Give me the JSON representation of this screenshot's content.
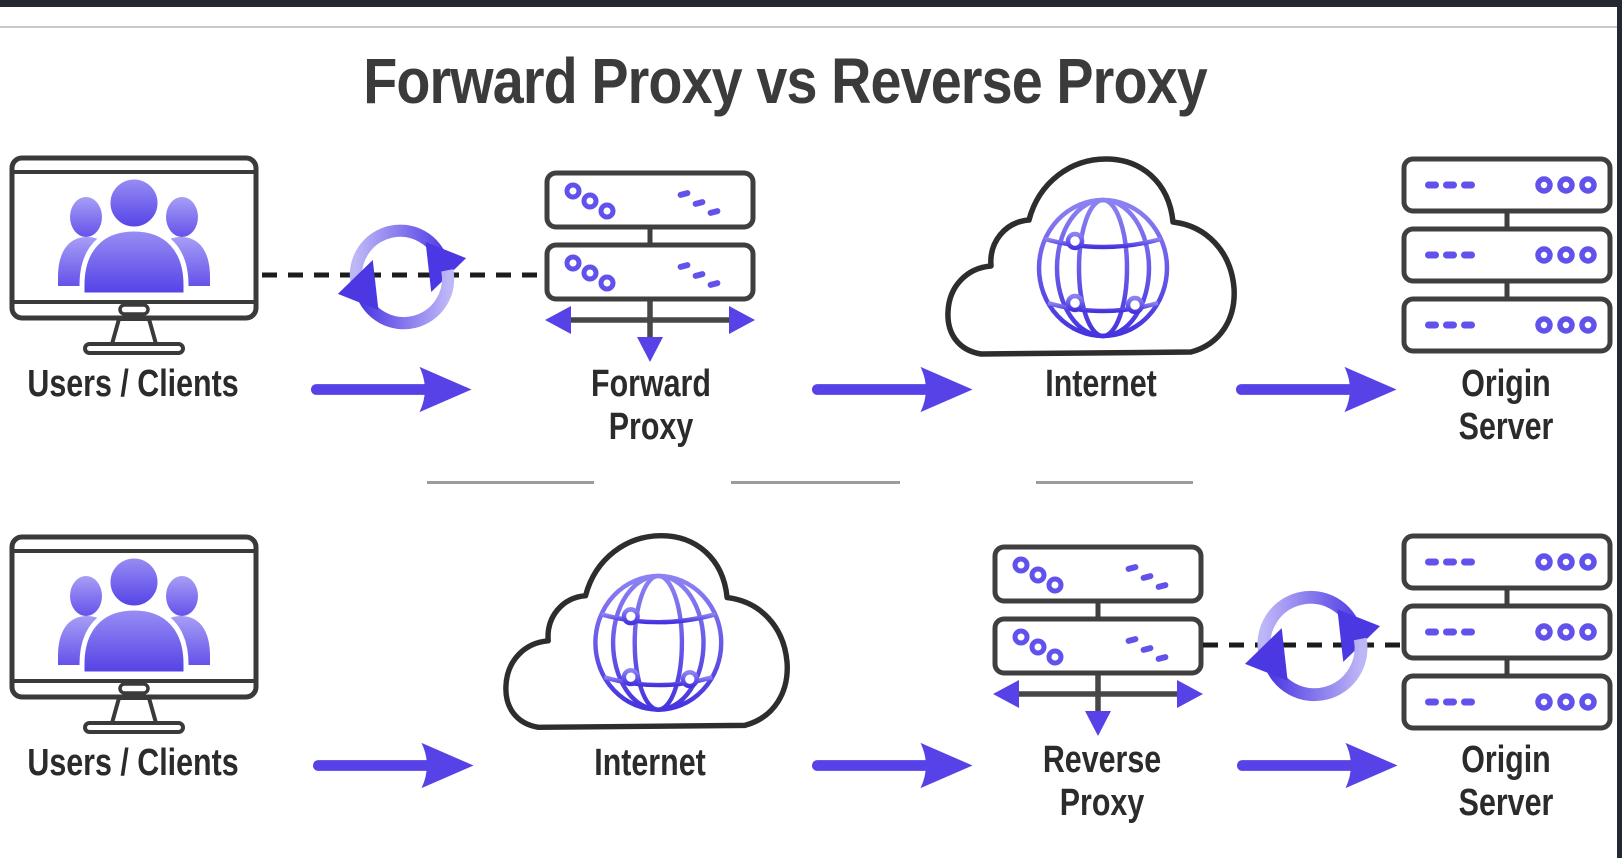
{
  "title": "Forward Proxy vs Reverse Proxy",
  "colors": {
    "accent_purple": "#5742e8",
    "accent_light": "#b3abf6",
    "outline_dark": "#3a3a3a",
    "title_text": "#3b3b3b",
    "label_text": "#2b2b2b",
    "frame_bar": "#232833",
    "divider_gray": "#9c9ca0",
    "header_rule": "#c9c9cc",
    "dashed_line": "#1c1c1c"
  },
  "flows": {
    "forward": {
      "users_label": "Users / Clients",
      "proxy_label": "Forward\nProxy",
      "internet_label": "Internet",
      "origin_label": "Origin\nServer"
    },
    "reverse": {
      "users_label": "Users / Clients",
      "internet_label": "Internet",
      "proxy_label": "Reverse\nProxy",
      "origin_label": "Origin\nServer"
    }
  },
  "icons": {
    "users": "monitor-users-icon",
    "proxy": "proxy-servers-icon",
    "internet": "cloud-globe-icon",
    "origin": "server-stack-icon",
    "exchange": "sync-arrows-icon",
    "flow": "flow-arrow-icon",
    "dashed": "dashed-connector-line"
  }
}
